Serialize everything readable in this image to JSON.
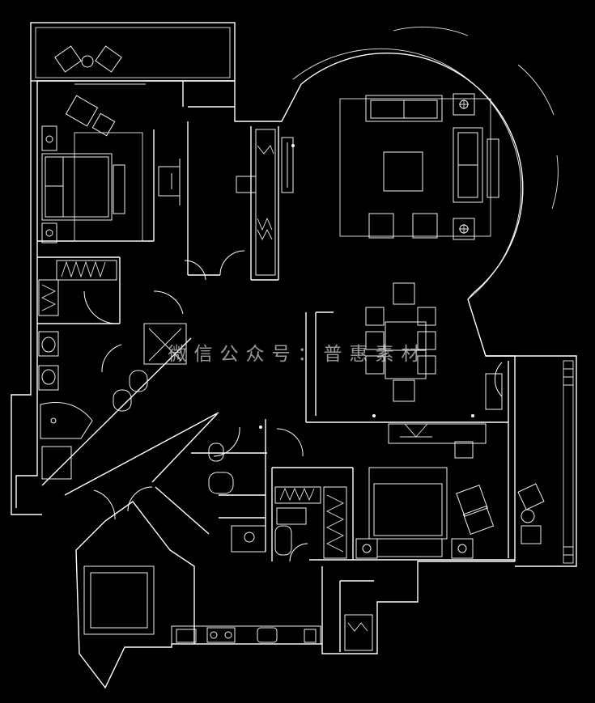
{
  "image": {
    "type": "floor-plan",
    "background_color": "#000000",
    "line_color": "#ffffff"
  },
  "watermark": {
    "text": "微信公众号：普惠素材",
    "color": "#d2d2d2"
  },
  "rooms": [
    {
      "id": "master-bedroom",
      "furniture": [
        "double-bed",
        "nightstands",
        "desk",
        "armchairs"
      ]
    },
    {
      "id": "living-room",
      "furniture": [
        "sofa",
        "armchairs",
        "coffee-table",
        "side-tables"
      ]
    },
    {
      "id": "dining-room",
      "furniture": [
        "dining-table",
        "chairs"
      ]
    },
    {
      "id": "second-bedroom",
      "furniture": [
        "double-bed",
        "desk",
        "armchairs"
      ]
    },
    {
      "id": "kitchen",
      "furniture": [
        "stove",
        "sink",
        "counter"
      ]
    },
    {
      "id": "bathrooms",
      "furniture": [
        "toilets",
        "basins",
        "bathtub"
      ]
    },
    {
      "id": "balconies",
      "furniture": [
        "chairs",
        "round-tables"
      ]
    }
  ]
}
